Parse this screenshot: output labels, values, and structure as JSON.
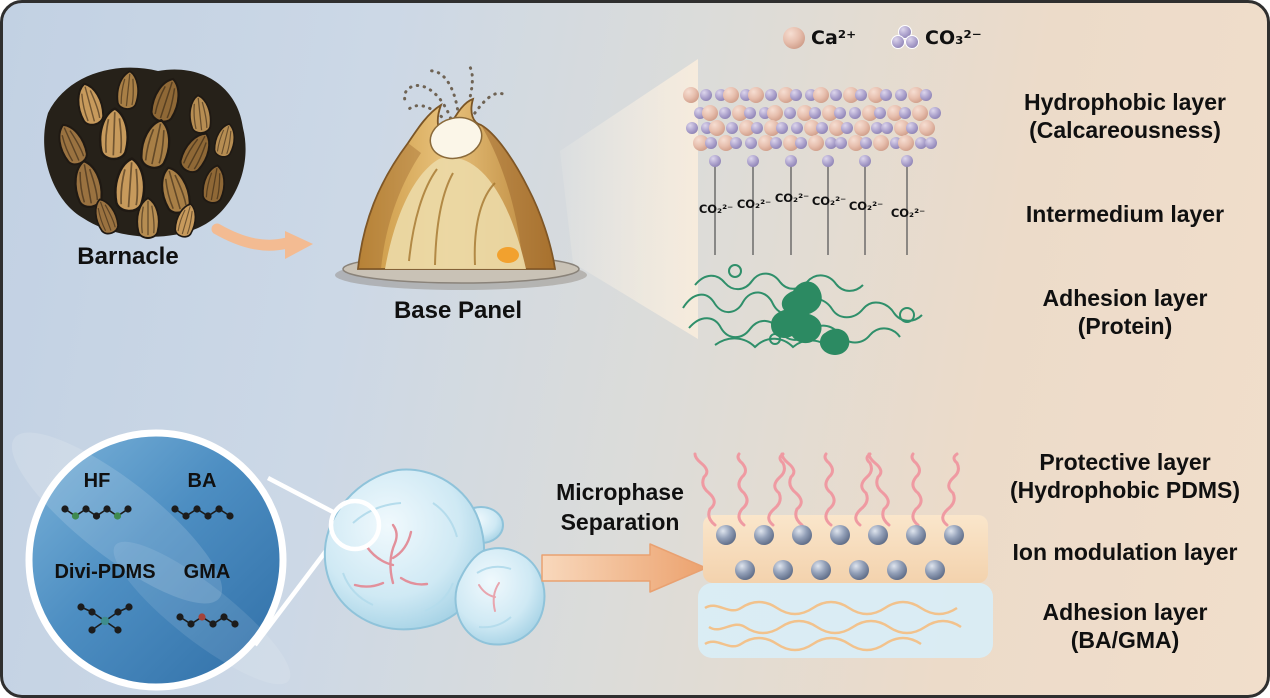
{
  "figure": {
    "top": {
      "barnacle_label": "Barnacle",
      "base_panel_label": "Base Panel",
      "legend": {
        "ca": "Ca²⁺",
        "co3": "CO₃²⁻"
      },
      "co2_labels": [
        "CO₂²⁻",
        "CO₂²⁻",
        "CO₂²⁻",
        "CO₂²⁻",
        "CO₂²⁻",
        "CO₂²⁻"
      ],
      "layers": [
        {
          "line1": "Hydrophobic layer",
          "line2": "(Calcareousness)"
        },
        {
          "line1": "Intermedium layer",
          "line2": ""
        },
        {
          "line1": "Adhesion layer",
          "line2": "(Protein)"
        }
      ]
    },
    "bottom": {
      "monomers": {
        "hf": "HF",
        "ba": "BA",
        "divipdms": "Divi-PDMS",
        "gma": "GMA"
      },
      "process": {
        "line1": "Microphase",
        "line2": "Separation"
      },
      "layers": [
        {
          "line1": "Protective layer",
          "line2": "(Hydrophobic PDMS)"
        },
        {
          "line1": "Ion modulation layer",
          "line2": ""
        },
        {
          "line1": "Adhesion layer",
          "line2": "(BA/GMA)"
        }
      ]
    },
    "colors": {
      "background_blue": "#c2d1e3",
      "background_peach": "#f1decb",
      "ca_sphere": "#e7bfae",
      "co3_sphere": "#b0a6cf",
      "protein_green": "#2f8f6a",
      "pdms_pink": "#ef9aa2",
      "ion_sphere": "#8593ab",
      "adhesion_orange": "#f2c28c",
      "arrow_peach": "#f0b68e",
      "monomer_circle_blue": "#4d8ec2"
    }
  }
}
